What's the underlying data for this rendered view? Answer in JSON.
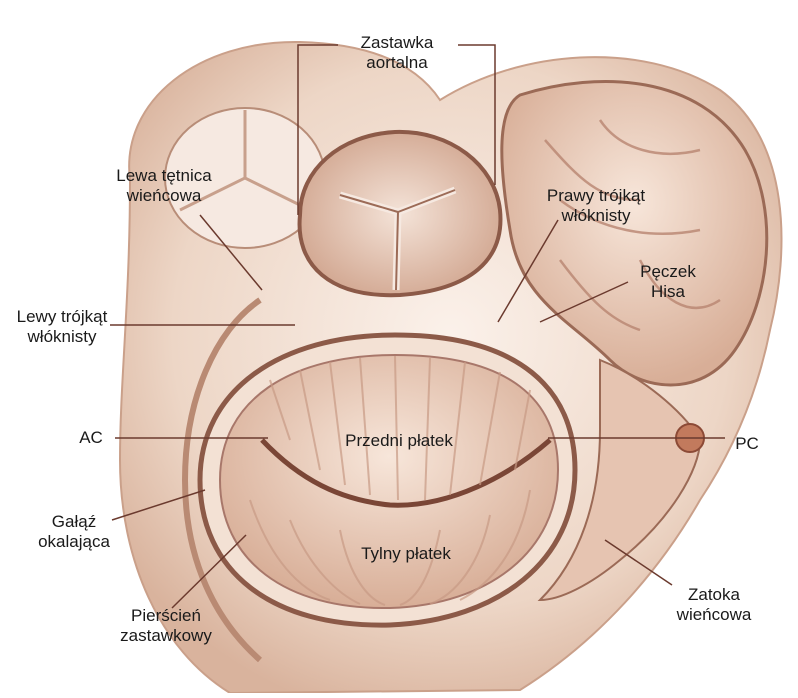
{
  "labels": {
    "aortic_valve": [
      "Zastawka",
      "aortalna"
    ],
    "left_coronary": [
      "Lewa tętnica",
      "wieńcowa"
    ],
    "right_fibrous_trigone": [
      "Prawy trójkąt",
      "włóknisty"
    ],
    "bundle_of_his": [
      "Pęczek",
      "Hisa"
    ],
    "left_fibrous_trigone": [
      "Lewy trójkąt",
      "włóknisty"
    ],
    "ac": "AC",
    "anterior_leaflet": "Przedni płatek",
    "pc": "PC",
    "circumflex": [
      "Gałąź",
      "okalająca"
    ],
    "posterior_leaflet": "Tylny płatek",
    "annulus": [
      "Pierścień",
      "zastawkowy"
    ],
    "coronary_sinus": [
      "Zatoka",
      "wieńcowa"
    ]
  },
  "colors": {
    "tissue_light": "#f3e2d6",
    "tissue_mid": "#e2c1ad",
    "tissue_dark": "#b98a73",
    "outline": "#8c5a48",
    "leader": "#6b3a2e"
  }
}
